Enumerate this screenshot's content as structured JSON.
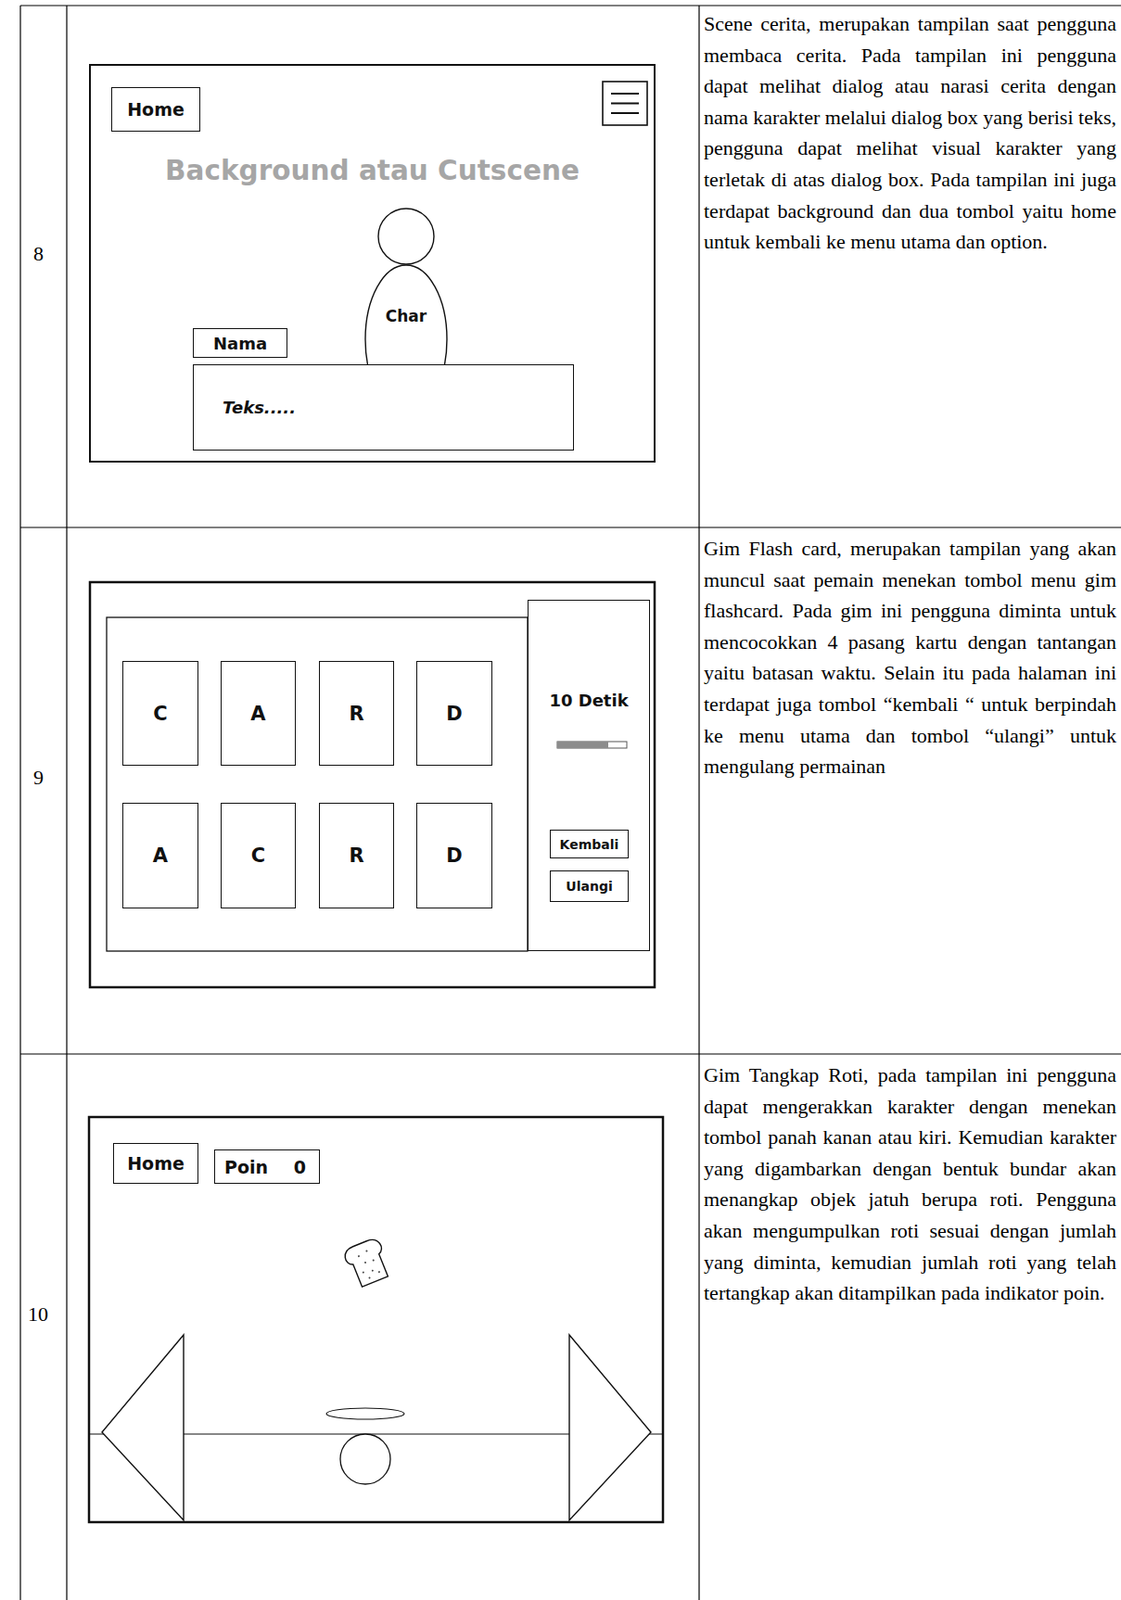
{
  "diagram": {
    "nodes": [
      {
        "text": [
          "Background atau Cutscene"
        ]
      },
      {
        "text": [
          "Home"
        ],
        "in": 0
      },
      {
        "text": [
          "Char"
        ],
        "in": 0
      },
      {
        "text": [
          "Nama"
        ],
        "in": 0
      },
      {
        "text": [
          "Teks....."
        ],
        "in": 0
      },
      {
        "text": [
          "C"
        ]
      },
      {
        "text": [
          "A"
        ]
      },
      {
        "text": [
          "R"
        ]
      },
      {
        "text": [
          "D"
        ]
      },
      {
        "text": [
          "A"
        ]
      },
      {
        "text": [
          "C"
        ]
      },
      {
        "text": [
          "R"
        ]
      },
      {
        "text": [
          "D"
        ]
      },
      {
        "text": [
          "10 Detik"
        ]
      },
      {
        "text": [
          "Kembali"
        ],
        "in": 13
      },
      {
        "text": [
          "Ulangi"
        ],
        "in": 13
      },
      {
        "text": [
          "Home"
        ]
      },
      {
        "text": [
          "Poin",
          "0"
        ]
      }
    ],
    "labels": [
      "8",
      "Scene cerita, merupakan tampilan saat pengguna membaca cerita. Pada tampilan ini pengguna dapat melihat dialog atau narasi cerita dengan nama karakter melalui dialog box yang berisi teks, pengguna dapat melihat visual karakter yang terletak di atas dialog box. Pada tampilan ini juga terdapat background dan dua tombol yaitu home untuk kembali ke menu utama dan option.",
      "9",
      "Gim Flash card, merupakan tampilan yang akan muncul saat pemain menekan tombol menu gim flashcard. Pada gim ini pengguna diminta untuk mencocokkan 4 pasang kartu dengan tantangan yaitu batasan waktu. Selain itu pada halaman ini terdapat juga tombol “kembali “ untuk berpindah ke menu utama dan tombol “ulangi” untuk mengulang permainan",
      "10",
      "Gim Tangkap Roti, pada tampilan ini pengguna dapat mengerakkan karakter dengan menekan tombol panah kanan atau kiri. Kemudian karakter yang digambarkan dengan bentuk bundar akan menangkap objek jatuh berupa roti. Pengguna akan mengumpulkan roti sesuai dengan jumlah yang diminta, kemudian jumlah roti yang telah tertangkap akan ditampilkan pada indikator poin."
    ]
  }
}
